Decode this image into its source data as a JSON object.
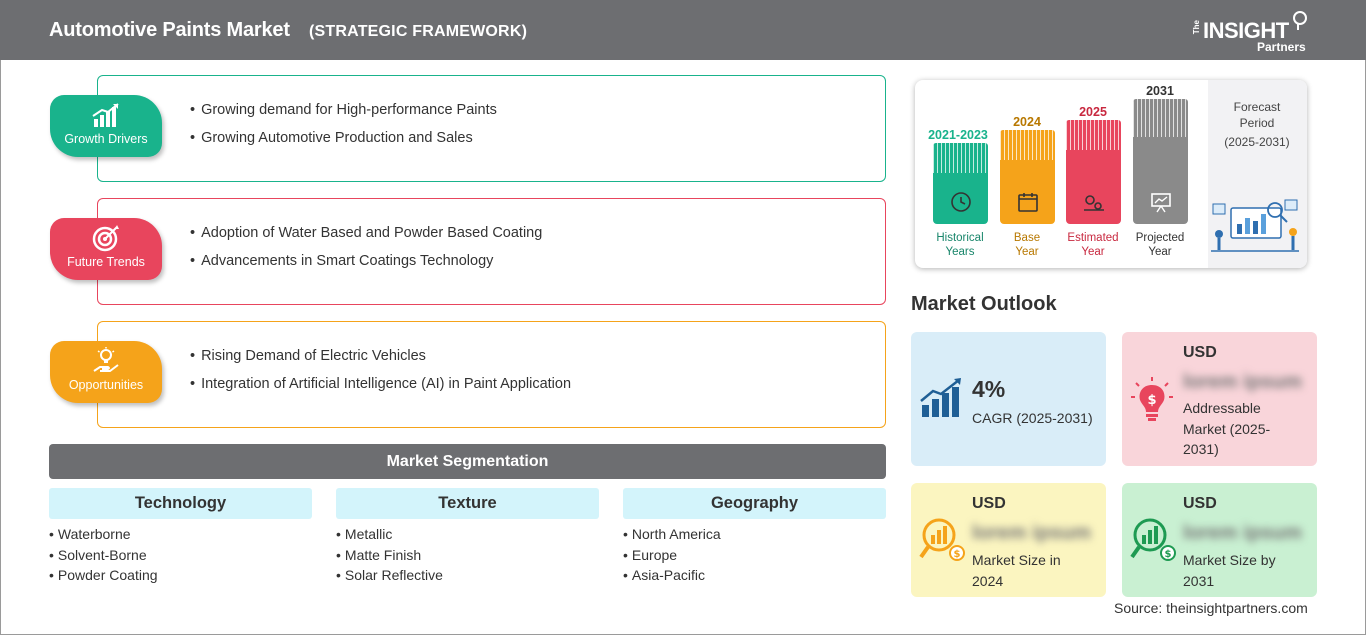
{
  "header": {
    "title": "Automotive Paints Market",
    "subtitle": "(STRATEGIC FRAMEWORK)",
    "logo": {
      "the": "The",
      "insight": "INSIGHT",
      "partners": "Partners"
    }
  },
  "colors": {
    "header_bg": "#6d6e71",
    "drivers": "#19b38c",
    "trends": "#e8455d",
    "opportunities": "#f5a31a",
    "segment_head_bg": "#d3f4fb"
  },
  "framework": [
    {
      "label": "Growth Drivers",
      "icon": "bar-growth-icon",
      "items": [
        "Growing demand for High-performance Paints",
        "Growing Automotive Production and Sales"
      ]
    },
    {
      "label": "Future Trends",
      "icon": "target-icon",
      "items": [
        "Adoption of Water Based and Powder Based Coating",
        "Advancements in Smart Coatings Technology"
      ]
    },
    {
      "label": "Opportunities",
      "icon": "hand-bulb-icon",
      "items": [
        "Rising Demand of Electric Vehicles",
        "Integration of Artificial Intelligence (AI) in Paint Application"
      ]
    }
  ],
  "segmentation": {
    "title": "Market Segmentation",
    "columns": [
      {
        "heading": "Technology",
        "items": [
          "Waterborne",
          "Solvent-Borne",
          "Powder Coating"
        ]
      },
      {
        "heading": "Texture",
        "items": [
          "Metallic",
          "Matte Finish",
          "Solar Reflective"
        ]
      },
      {
        "heading": "Geography",
        "items": [
          "North America",
          "Europe",
          "Asia-Pacific"
        ]
      }
    ]
  },
  "timeline": {
    "bars": [
      {
        "year": "2021-2023",
        "label1": "Historical",
        "label2": "Years",
        "color": "#19b38c",
        "icon": "history-icon"
      },
      {
        "year": "2024",
        "label1": "Base",
        "label2": "Year",
        "color": "#f5a31a",
        "icon": "calendar-icon"
      },
      {
        "year": "2025",
        "label1": "Estimated",
        "label2": "Year",
        "color": "#e8455d",
        "icon": "gears-icon"
      },
      {
        "year": "2031",
        "label1": "Projected",
        "label2": "Year",
        "color": "#8a8a8a",
        "icon": "presentation-icon"
      }
    ],
    "forecast": {
      "line1": "Forecast",
      "line2": "Period",
      "line3": "(2025-2031)"
    }
  },
  "outlook": {
    "title": "Market Outlook",
    "cagr": {
      "value": "4%",
      "desc": "CAGR (2025-2031)",
      "bg": "#d9edf8"
    },
    "addressable": {
      "usd": "USD",
      "value": "lorem ipsum",
      "desc1": "Addressable",
      "desc2": "Market (2025-",
      "desc3": "2031)",
      "bg": "#f9d5da"
    },
    "size2024": {
      "usd": "USD",
      "value": "lorem ipsum",
      "desc1": "Market Size in",
      "desc2": "2024",
      "bg": "#fbf5c0"
    },
    "size2031": {
      "usd": "USD",
      "value": "lorem ipsum",
      "desc1": "Market Size by",
      "desc2": "2031",
      "bg": "#c9f0d2"
    }
  },
  "source": "Source: theinsightpartners.com"
}
